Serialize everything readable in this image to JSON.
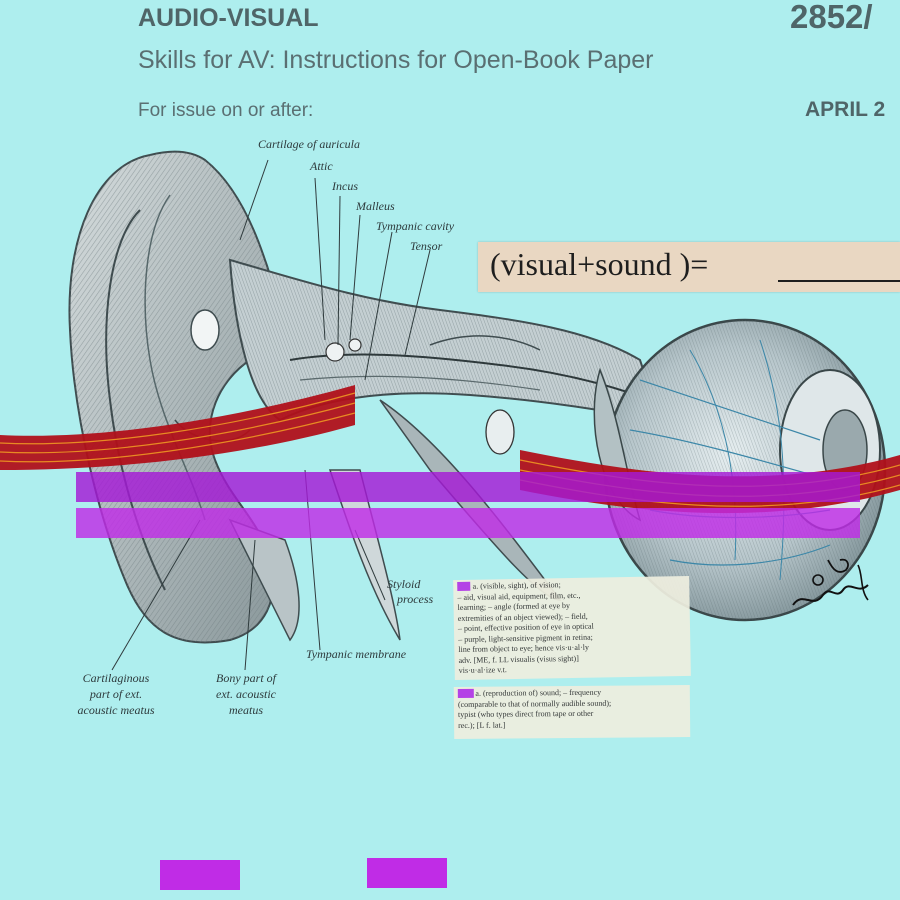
{
  "header": {
    "title": "AUDIO-VISUAL",
    "subtitle": "Skills for AV: Instructions for Open-Book Paper",
    "issue_label": "For issue on or after:",
    "paper_code": "2852/",
    "issue_date": "APRIL 2"
  },
  "anatomy_labels": {
    "cartilage_auricula": "Cartilage of auricula",
    "attic": "Attic",
    "incus": "Incus",
    "malleus": "Malleus",
    "tympanic_cavity": "Tympanic cavity",
    "tensor": "Tensor",
    "styloid_1": "Styloid",
    "styloid_2": "process",
    "tympanic_membrane": "Tympanic membrane",
    "cartilaginous_1": "Cartilaginous",
    "cartilaginous_2": "part of ext.",
    "cartilaginous_3": "acoustic meatus",
    "bony_1": "Bony part of",
    "bony_2": "ext. acoustic",
    "bony_3": "meatus"
  },
  "equation": {
    "text": "(visual+sound )="
  },
  "dictionary_snippets": {
    "first": [
      "a. (visible, sight), of vision;",
      "– aid, visual aid, equipment, film, etc.,",
      "learning; – angle (formed at eye by",
      "extremities of an object viewed); – field,",
      "– point, effective position of eye in optical",
      "– purple, light-sensitive pigment in retina;",
      "line from object to eye; hence vis·u·al·ly",
      "adv. [ME, f. LL visualis (visus sight)]",
      "vis·u·al·ize v.t."
    ],
    "second": [
      "a. (reproduction of) sound; – frequency",
      "(comparable to that of normally audible sound);",
      "typist (who types direct from tape or other",
      "rec.); [L f. lat.]"
    ]
  },
  "colors": {
    "background": "#aeeeee",
    "violet_band": "#a51ad6",
    "magenta_band": "#c02ce6",
    "red_nerve": "#b0101a"
  }
}
